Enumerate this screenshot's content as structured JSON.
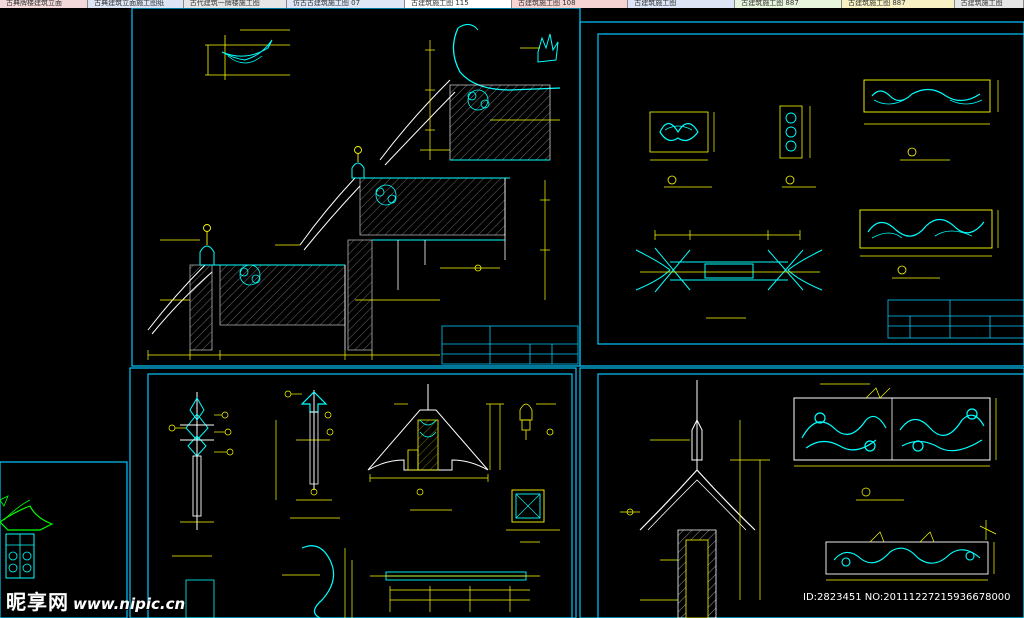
{
  "tabs": [
    {
      "label": "古典牌楼建筑立面",
      "color": "#f3d9d9"
    },
    {
      "label": "古典建筑立面施工图纸",
      "color": "#dde4f5"
    },
    {
      "label": "古代建筑一牌楼施工图",
      "color": "#e6e6e6"
    },
    {
      "label": "仿古古建筑施工图 07",
      "color": "#dfe7f7"
    },
    {
      "label": "古建筑施工图 115",
      "color": "#ffffff"
    },
    {
      "label": "古建筑施工图 108",
      "color": "#f6d4d4"
    },
    {
      "label": "古建筑施工图",
      "color": "#dde4f5"
    },
    {
      "label": "古建筑施工图 887",
      "color": "#e8f5dd"
    },
    {
      "label": "古建筑施工图 887",
      "color": "#f8f1c4"
    },
    {
      "label": "古建筑施工图",
      "color": "#e6e6e6"
    }
  ],
  "colors": {
    "background": "#000000",
    "frame": "#00c8ff",
    "dimension": "#ffff00",
    "detail": "#00ffff",
    "white": "#ffffff",
    "magenta": "#ff00ff"
  },
  "watermark": {
    "cn_text": "昵享网",
    "url": "www.nipic.cn"
  },
  "stamp": {
    "id_text": "ID:2823451 NO:20111227215936678000"
  }
}
